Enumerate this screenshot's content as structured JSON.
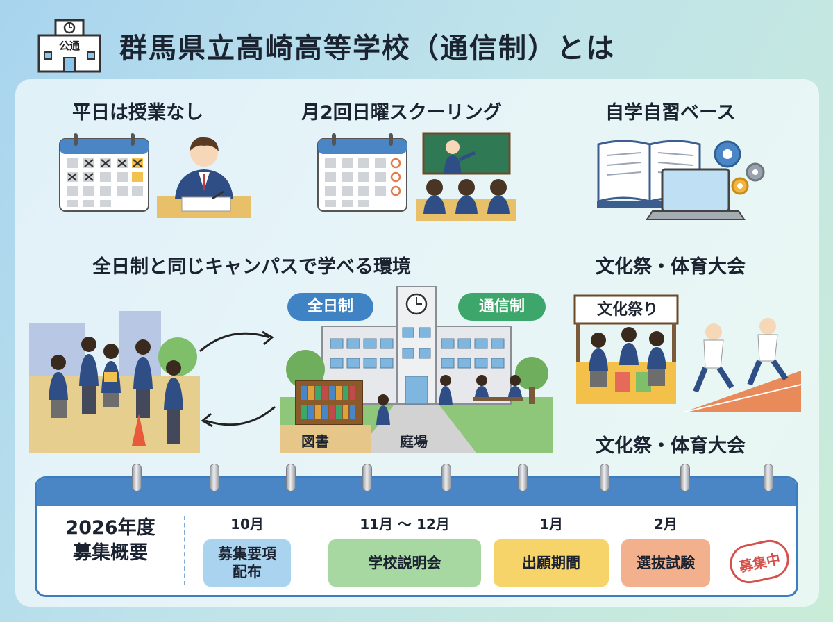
{
  "header": {
    "title": "群馬県立高崎高等学校（通信制）とは",
    "icon_text": "公通"
  },
  "features": {
    "weekday": "平日は授業なし",
    "schooling": "月2回日曜スクーリング",
    "selfstudy": "自学自習ベース",
    "campus": "全日制と同じキャンパスで学べる環境",
    "events_top": "文化祭・体育大会",
    "events_bottom": "文化祭・体育大会"
  },
  "campus": {
    "fulltime_label": "全日制",
    "correspondence_label": "通信制",
    "library_label": "図書",
    "courtyard_label": "庭場"
  },
  "festival": {
    "banner": "文化祭り"
  },
  "schedule": {
    "title_line1": "2026年度",
    "title_line2": "募集概要",
    "steps": [
      {
        "month": "10月",
        "label_line1": "募集要項",
        "label_line2": "配布",
        "color": "#a9d3ee"
      },
      {
        "month": "11月 〜 12月",
        "label_line1": "学校説明会",
        "label_line2": "",
        "color": "#a8d8a2"
      },
      {
        "month": "1月",
        "label_line1": "出願期間",
        "label_line2": "",
        "color": "#f7d46a"
      },
      {
        "month": "2月",
        "label_line1": "選抜試験",
        "label_line2": "",
        "color": "#f3b08c"
      }
    ],
    "stamp": "募集中"
  },
  "colors": {
    "fulltime_pill": "#3f83c4",
    "correspondence_pill": "#3da66a",
    "calendar_bar": "#4a86c5",
    "stamp": "#d6504a"
  }
}
